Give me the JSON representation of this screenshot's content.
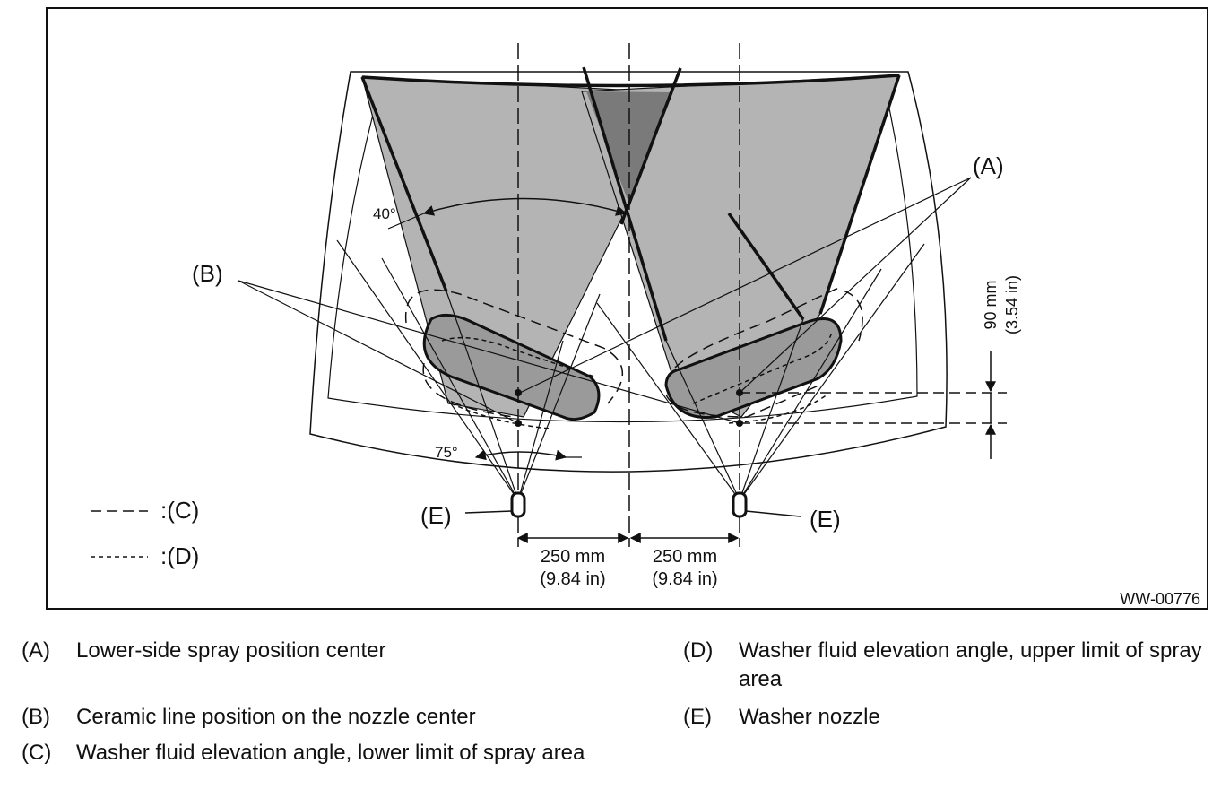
{
  "figure": {
    "code": "WW-00776",
    "callouts": {
      "a": "(A)",
      "b": "(B)",
      "e_left": "(E)",
      "e_right": "(E)"
    },
    "angles": {
      "fan_angle": "40°",
      "nozzle_angle": "75°"
    },
    "dimensions": {
      "left_spacing_mm": "250 mm",
      "left_spacing_in": "(9.84 in)",
      "right_spacing_mm": "250 mm",
      "right_spacing_in": "(9.84 in)",
      "vertical_mm": "90 mm",
      "vertical_in": "(3.54 in)"
    },
    "line_key": {
      "c_label": ":(C)",
      "d_label": ":(D)"
    }
  },
  "legend": {
    "items": [
      {
        "key": "(A)",
        "text": "Lower-side spray position center"
      },
      {
        "key": "(B)",
        "text": "Ceramic line position on the nozzle center"
      },
      {
        "key": "(C)",
        "text": "Washer fluid elevation angle, lower limit of spray area"
      },
      {
        "key": "(D)",
        "text": "Washer fluid elevation angle, upper limit of spray area"
      },
      {
        "key": "(E)",
        "text": "Washer nozzle"
      }
    ]
  },
  "colors": {
    "spray_fill": "#b4b4b4",
    "overlap_fill": "#7a7a7a",
    "line": "#111111"
  }
}
